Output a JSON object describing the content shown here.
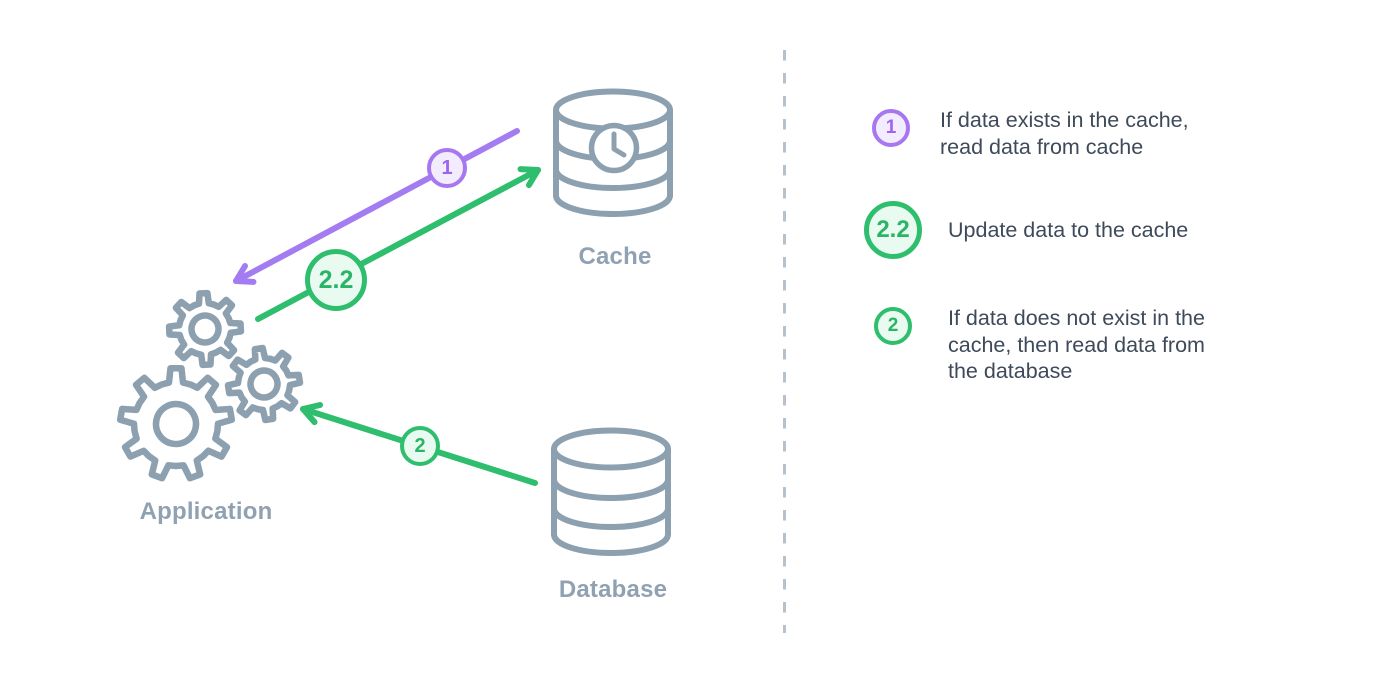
{
  "diagram": {
    "nodes": {
      "application": {
        "label": "Application"
      },
      "cache": {
        "label": "Cache"
      },
      "database": {
        "label": "Database"
      }
    },
    "arrows": [
      {
        "id": "read-from-cache",
        "badge": "1",
        "color": "purple",
        "from": "cache",
        "to": "application"
      },
      {
        "id": "update-cache",
        "badge": "2.2",
        "color": "green",
        "from": "application",
        "to": "cache"
      },
      {
        "id": "read-from-database",
        "badge": "2",
        "color": "green",
        "from": "database",
        "to": "application"
      }
    ]
  },
  "legend": {
    "items": [
      {
        "badge": "1",
        "color": "purple",
        "text": "If data exists in the cache, read data from cache",
        "lines": [
          "If data exists in the cache,",
          "read data from cache"
        ]
      },
      {
        "badge": "2.2",
        "color": "green",
        "text": "Update data to the cache",
        "lines": [
          "Update data to the cache"
        ]
      },
      {
        "badge": "2",
        "color": "green",
        "text": "If data does not exist in the cache, then read data from the database",
        "lines": [
          "If data does not exist in the",
          "cache, then read data from",
          "the database"
        ]
      }
    ]
  },
  "colors": {
    "purple": "#A47CF1",
    "purple_badge_fill": "#F3EBFE",
    "green": "#2EBE6D",
    "green_badge_fill": "#E9FAF0",
    "slate_icon": "#8CA0B0",
    "slate_label": "#90A2B2",
    "legend_text": "#3E4A5A",
    "divider": "#B5C2CD",
    "background": "#FFFFFF"
  }
}
